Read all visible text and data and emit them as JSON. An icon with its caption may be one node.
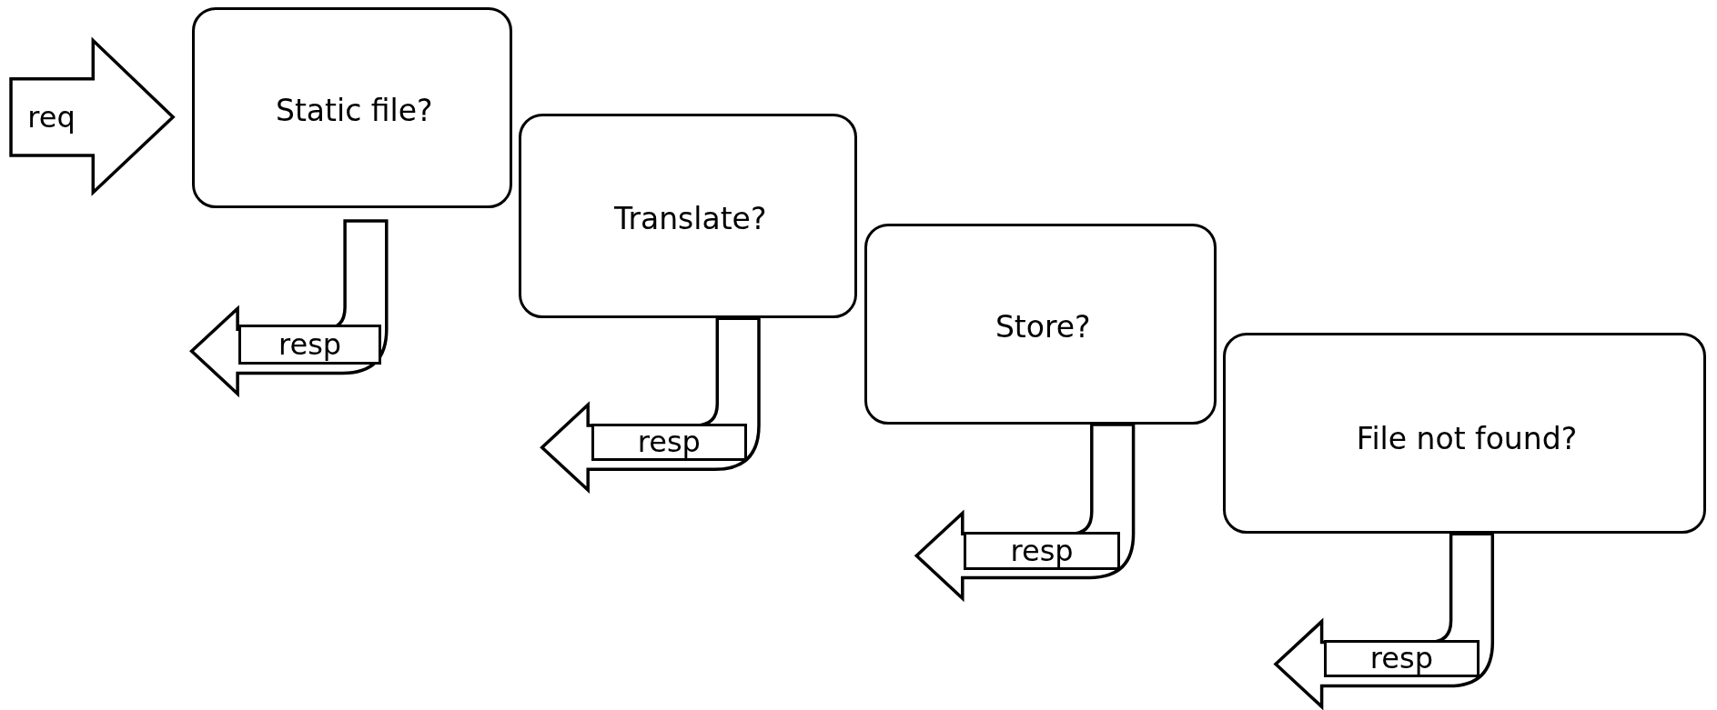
{
  "diagram": {
    "nodes": [
      {
        "text": [
          "Static file?"
        ]
      },
      {
        "text": [
          "Translate?"
        ]
      },
      {
        "text": [
          "Store?"
        ]
      },
      {
        "text": [
          "File not found?"
        ]
      }
    ],
    "edges": [
      {
        "from": null,
        "to": 0,
        "arrow": "to",
        "label": "req"
      },
      {
        "from": 0,
        "to": null,
        "arrow": "to",
        "label": "resp"
      },
      {
        "from": 1,
        "to": null,
        "arrow": "to",
        "label": "resp"
      },
      {
        "from": 2,
        "to": null,
        "arrow": "to",
        "label": "resp"
      },
      {
        "from": 3,
        "to": null,
        "arrow": "to",
        "label": "resp"
      }
    ]
  }
}
